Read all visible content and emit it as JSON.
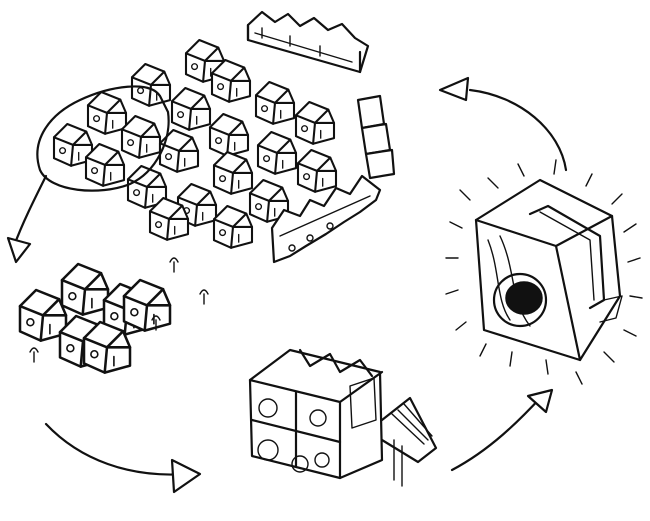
{
  "figure": {
    "kind": "hand-drawn sketch",
    "ink_color": "#111111",
    "background": "#ffffff"
  },
  "stages": [
    {
      "id": "village",
      "houses": 20
    },
    {
      "id": "cluster",
      "houses": 6
    },
    {
      "id": "stacked-unit"
    },
    {
      "id": "compact-block"
    }
  ],
  "arrows": [
    {
      "from": "village",
      "to": "cluster"
    },
    {
      "from": "cluster",
      "to": "stacked-unit"
    },
    {
      "from": "stacked-unit",
      "to": "compact-block"
    },
    {
      "from": "compact-block",
      "to": "village"
    }
  ]
}
